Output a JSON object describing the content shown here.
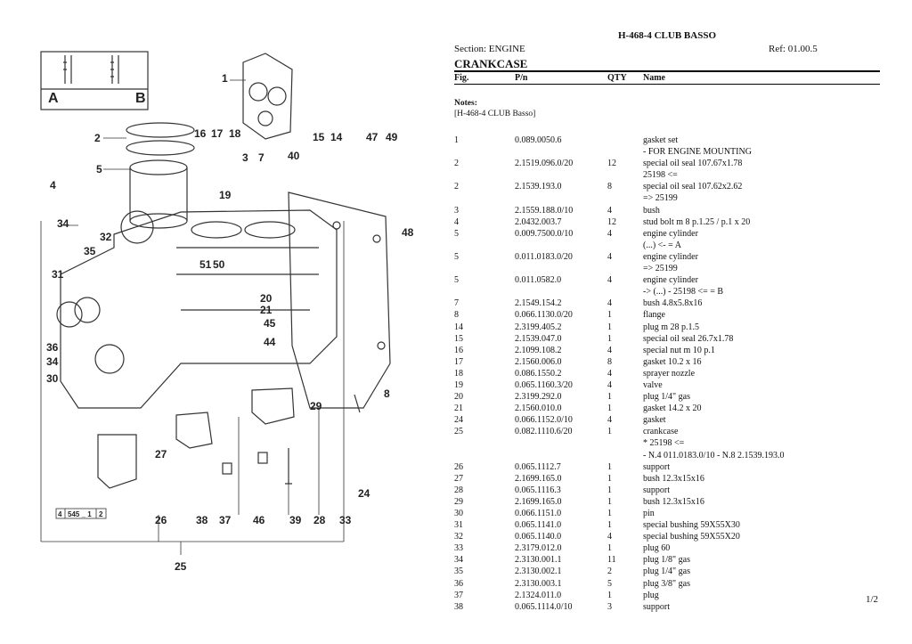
{
  "document": {
    "title": "H-468-4 CLUB BASSO",
    "section": "Section: ENGINE",
    "ref": "Ref: 01.00.5",
    "heading": "CRANKCASE",
    "columns": {
      "fig": "Fig.",
      "pn": "P/n",
      "qty": "QTY",
      "name": "Name"
    },
    "notes_label": "Notes:",
    "notes_text": "[H-468-4 CLUB Basso]",
    "page": "1/2"
  },
  "parts": [
    {
      "fig": "1",
      "pn": "0.089.0050.6",
      "qty": "",
      "name": "gasket set"
    },
    {
      "fig": "",
      "pn": "",
      "qty": "",
      "name": "- FOR ENGINE MOUNTING"
    },
    {
      "fig": "2",
      "pn": "2.1519.096.0/20",
      "qty": "12",
      "name": "special oil seal 107.67x1.78"
    },
    {
      "fig": "",
      "pn": "",
      "qty": "",
      "name": "25198 <="
    },
    {
      "fig": "2",
      "pn": "2.1539.193.0",
      "qty": "8",
      "name": "special oil seal 107.62x2.62"
    },
    {
      "fig": "",
      "pn": "",
      "qty": "",
      "name": "=> 25199"
    },
    {
      "fig": "3",
      "pn": "2.1559.188.0/10",
      "qty": "4",
      "name": "bush"
    },
    {
      "fig": "4",
      "pn": "2.0432.003.7",
      "qty": "12",
      "name": "stud bolt m 8 p.1.25 / p.1 x 20"
    },
    {
      "fig": "5",
      "pn": "0.009.7500.0/10",
      "qty": "4",
      "name": "engine cylinder"
    },
    {
      "fig": "",
      "pn": "",
      "qty": "",
      "name": "(...) <- = A"
    },
    {
      "fig": "5",
      "pn": "0.011.0183.0/20",
      "qty": "4",
      "name": "engine cylinder"
    },
    {
      "fig": "",
      "pn": "",
      "qty": "",
      "name": "=> 25199"
    },
    {
      "fig": "5",
      "pn": "0.011.0582.0",
      "qty": "4",
      "name": "engine cylinder"
    },
    {
      "fig": "",
      "pn": "",
      "qty": "",
      "name": "-> (...) - 25198 <= = B"
    },
    {
      "fig": "7",
      "pn": "2.1549.154.2",
      "qty": "4",
      "name": "bush 4.8x5.8x16"
    },
    {
      "fig": "8",
      "pn": "0.066.1130.0/20",
      "qty": "1",
      "name": "flange"
    },
    {
      "fig": "14",
      "pn": "2.3199.405.2",
      "qty": "1",
      "name": "plug m 28 p.1.5"
    },
    {
      "fig": "15",
      "pn": "2.1539.047.0",
      "qty": "1",
      "name": "special oil seal 26.7x1.78"
    },
    {
      "fig": "16",
      "pn": "2.1099.108.2",
      "qty": "4",
      "name": "special nut m 10 p.1"
    },
    {
      "fig": "17",
      "pn": "2.1560.006.0",
      "qty": "8",
      "name": "gasket 10.2 x 16"
    },
    {
      "fig": "18",
      "pn": "0.086.1550.2",
      "qty": "4",
      "name": "sprayer nozzle"
    },
    {
      "fig": "19",
      "pn": "0.065.1160.3/20",
      "qty": "4",
      "name": "valve"
    },
    {
      "fig": "20",
      "pn": "2.3199.292.0",
      "qty": "1",
      "name": "plug 1/4\" gas"
    },
    {
      "fig": "21",
      "pn": "2.1560.010.0",
      "qty": "1",
      "name": "gasket 14.2 x 20"
    },
    {
      "fig": "24",
      "pn": "0.066.1152.0/10",
      "qty": "4",
      "name": "gasket"
    },
    {
      "fig": "25",
      "pn": "0.082.1110.6/20",
      "qty": "1",
      "name": "crankcase"
    },
    {
      "fig": "",
      "pn": "",
      "qty": "",
      "name": "* 25198 <="
    },
    {
      "fig": "",
      "pn": "",
      "qty": "",
      "name": "- N.4 011.0183.0/10 - N.8 2.1539.193.0"
    },
    {
      "fig": "26",
      "pn": "0.065.1112.7",
      "qty": "1",
      "name": "support"
    },
    {
      "fig": "27",
      "pn": "2.1699.165.0",
      "qty": "1",
      "name": "bush 12.3x15x16"
    },
    {
      "fig": "28",
      "pn": "0.065.1116.3",
      "qty": "1",
      "name": "support"
    },
    {
      "fig": "29",
      "pn": "2.1699.165.0",
      "qty": "1",
      "name": "bush 12.3x15x16"
    },
    {
      "fig": "30",
      "pn": "0.066.1151.0",
      "qty": "1",
      "name": "pin"
    },
    {
      "fig": "31",
      "pn": "0.065.1141.0",
      "qty": "1",
      "name": "special bushing 59X55X30"
    },
    {
      "fig": "32",
      "pn": "0.065.1140.0",
      "qty": "4",
      "name": "special bushing 59X55X20"
    },
    {
      "fig": "33",
      "pn": "2.3179.012.0",
      "qty": "1",
      "name": "plug 60"
    },
    {
      "fig": "34",
      "pn": "2.3130.001.1",
      "qty": "11",
      "name": "plug 1/8\" gas"
    },
    {
      "fig": "35",
      "pn": "2.3130.002.1",
      "qty": "2",
      "name": "plug 1/4\" gas"
    },
    {
      "fig": "36",
      "pn": "2.3130.003.1",
      "qty": "5",
      "name": "plug 3/8\" gas"
    },
    {
      "fig": "37",
      "pn": "2.1324.011.0",
      "qty": "1",
      "name": "plug"
    },
    {
      "fig": "38",
      "pn": "0.065.1114.0/10",
      "qty": "3",
      "name": "support"
    }
  ],
  "diagram": {
    "inset_labels": {
      "a": "A",
      "b": "B"
    },
    "figure_code": [
      "4",
      "545 _ 1",
      "2"
    ],
    "callouts": [
      "1",
      "2",
      "5",
      "4",
      "16",
      "17",
      "18",
      "3",
      "7",
      "19",
      "40",
      "15",
      "14",
      "47",
      "49",
      "48",
      "34",
      "32",
      "35",
      "31",
      "51",
      "50",
      "20",
      "21",
      "45",
      "44",
      "36",
      "34",
      "30",
      "8",
      "29",
      "27",
      "24",
      "26",
      "38",
      "37",
      "46",
      "39",
      "28",
      "33",
      "25"
    ]
  }
}
